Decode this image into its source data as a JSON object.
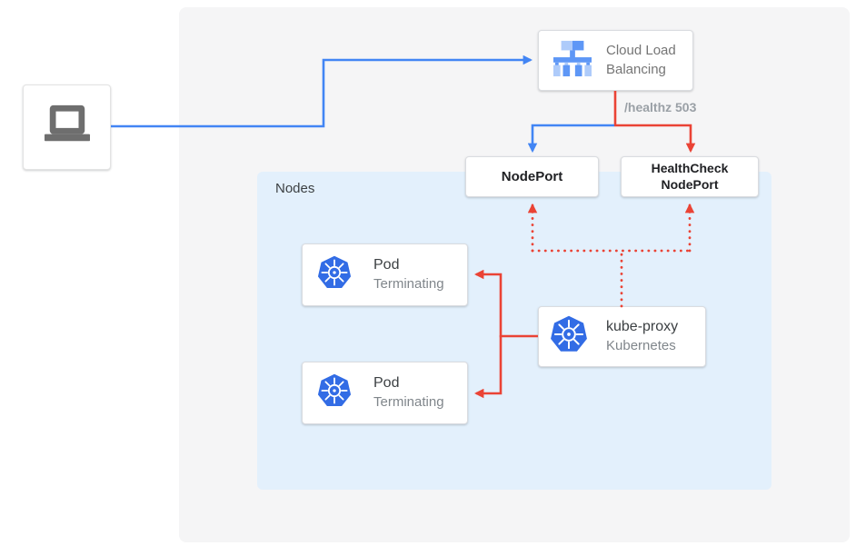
{
  "diagram": {
    "title_context": "External load balancer health-check / terminating pods diagram",
    "client": {
      "icon": "laptop-icon"
    },
    "cloud_load_balancing": {
      "label": "Cloud Load Balancing",
      "icon": "cloud-load-balancing-icon"
    },
    "healthz_label": "/healthz 503",
    "nodeport": {
      "label": "NodePort"
    },
    "healthcheck_nodeport": {
      "label": "HealthCheck NodePort"
    },
    "nodes_group": {
      "label": "Nodes"
    },
    "pod1": {
      "title": "Pod",
      "status": "Terminating",
      "icon": "kubernetes-icon"
    },
    "pod2": {
      "title": "Pod",
      "status": "Terminating",
      "icon": "kubernetes-icon"
    },
    "kube_proxy": {
      "title": "kube-proxy",
      "subtitle": "Kubernetes",
      "icon": "kubernetes-icon"
    }
  },
  "colors": {
    "traffic_blue": "#4285F4",
    "healthcheck_red": "#EA4335",
    "outer_panel_bg": "#F5F5F6",
    "nodes_panel_bg": "#E3F0FC",
    "box_border": "#DADCE0",
    "text_primary": "#3C4043",
    "text_secondary": "#80868B",
    "text_bold": "#202124",
    "healthz_text": "#9AA0A6",
    "kubernetes_blue": "#326CE5",
    "laptop_gray": "#6E6E6E",
    "lb_icon_light_blue": "#AECBFA",
    "lb_icon_medium_blue": "#5E97F6"
  }
}
